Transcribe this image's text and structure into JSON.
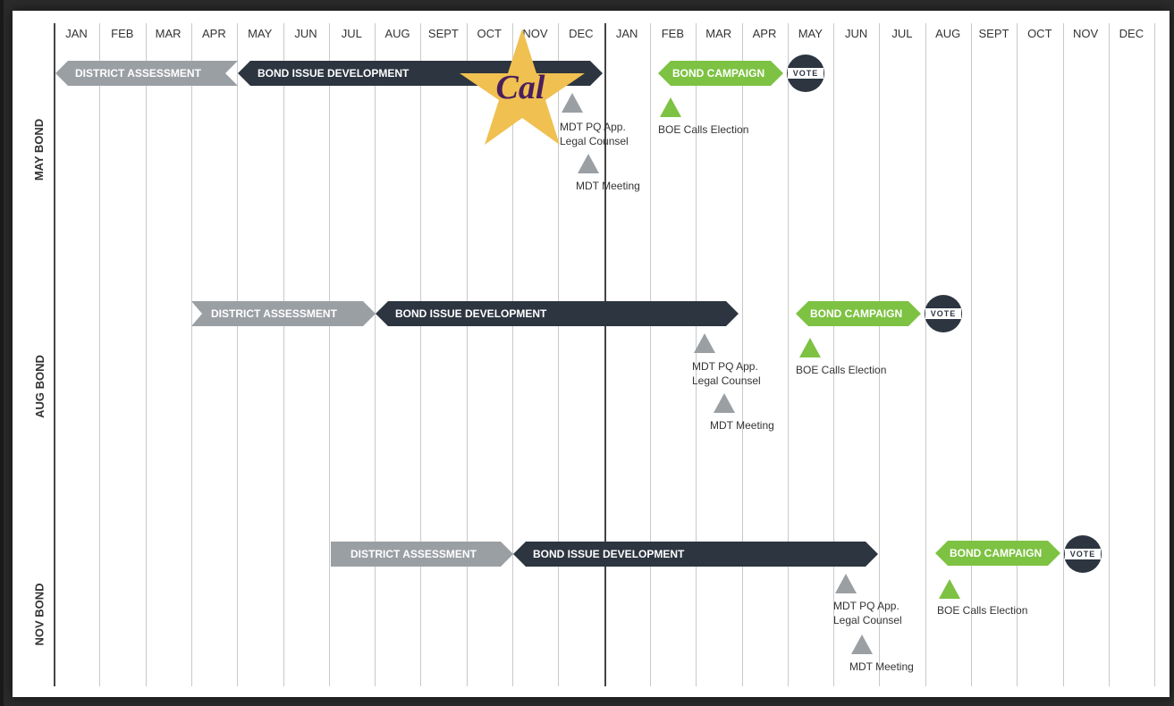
{
  "months": [
    "JAN",
    "FEB",
    "MAR",
    "APR",
    "MAY",
    "JUN",
    "JUL",
    "AUG",
    "SEPT",
    "OCT",
    "NOV",
    "DEC",
    "JAN",
    "FEB",
    "MAR",
    "APR",
    "MAY",
    "JUN",
    "JUL",
    "AUG",
    "SEPT",
    "OCT",
    "NOV",
    "DEC"
  ],
  "logo_text": "Cal",
  "rows": [
    {
      "label": "MAY BOND",
      "district_assessment": "DISTRICT ASSESSMENT",
      "bond_issue_development": "BOND ISSUE DEVELOPMENT",
      "bond_campaign": "BOND CAMPAIGN",
      "vote": "VOTE",
      "mdt_pq": [
        "MDT PQ App.",
        "Legal Counsel"
      ],
      "mdt_meeting": "MDT Meeting",
      "boe": "BOE Calls Election"
    },
    {
      "label": "AUG BOND",
      "district_assessment": "DISTRICT ASSESSMENT",
      "bond_issue_development": "BOND ISSUE DEVELOPMENT",
      "bond_campaign": "BOND CAMPAIGN",
      "vote": "VOTE",
      "mdt_pq": [
        "MDT PQ App.",
        "Legal Counsel"
      ],
      "mdt_meeting": "MDT Meeting",
      "boe": "BOE Calls Election"
    },
    {
      "label": "NOV BOND",
      "district_assessment": "DISTRICT ASSESSMENT",
      "bond_issue_development": "BOND ISSUE DEVELOPMENT",
      "bond_campaign": "BOND CAMPAIGN",
      "vote": "VOTE",
      "mdt_pq": [
        "MDT PQ App.",
        "Legal Counsel"
      ],
      "mdt_meeting": "MDT Meeting",
      "boe": "BOE Calls Election"
    }
  ],
  "colors": {
    "assessment": "#9a9fa4",
    "development": "#2c3540",
    "campaign": "#7dc242",
    "logo_star": "#f0c050",
    "logo_text": "#4a1f5c"
  }
}
